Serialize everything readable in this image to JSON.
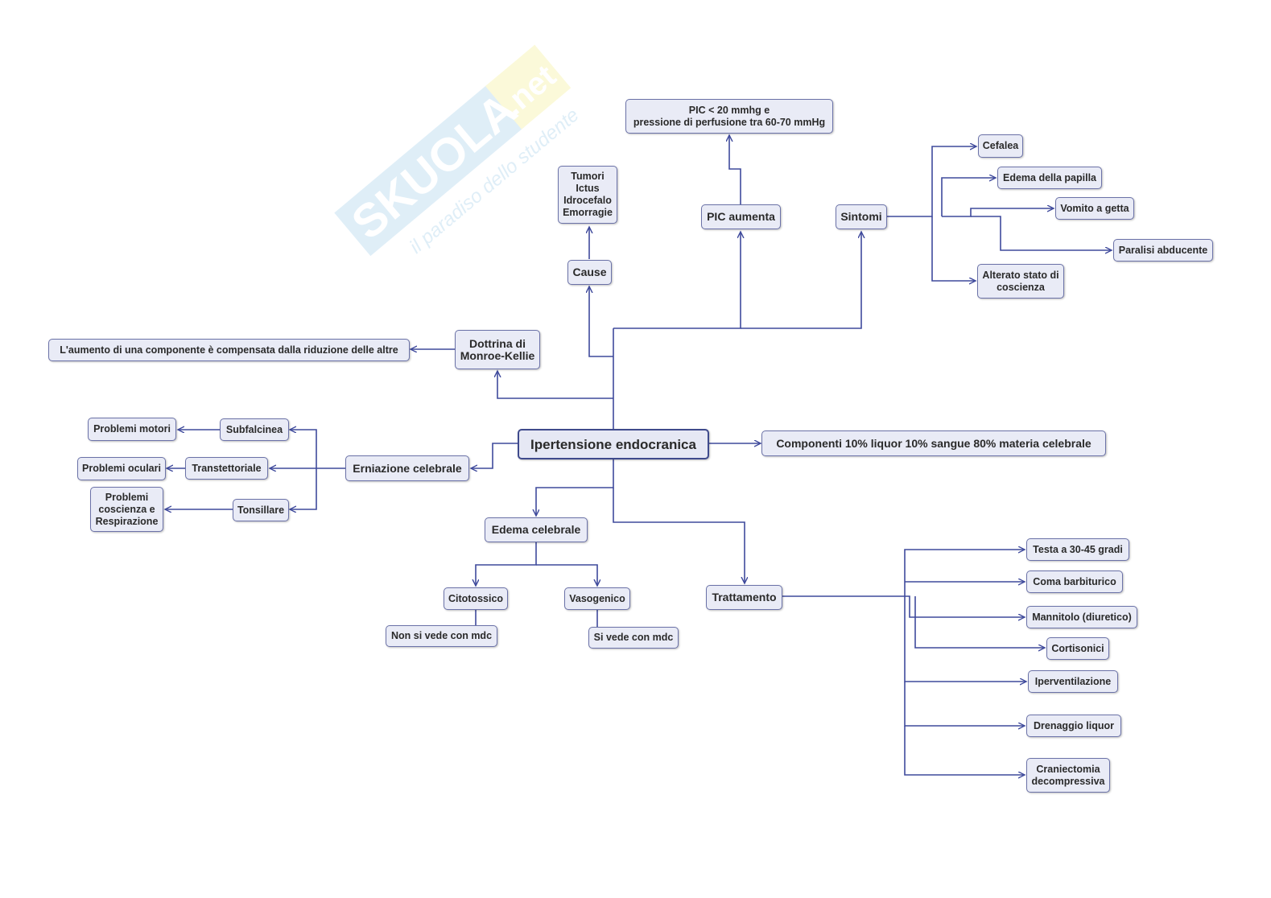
{
  "watermark": {
    "brand": "SKUOLA",
    "tld": ".net",
    "tagline": "il paradiso dello studente"
  },
  "nodes": {
    "main": "Ipertensione endocranica",
    "componenti": "Componenti 10% liquor 10% sangue 80% materia celebrale",
    "dottrina": "Dottrina di\nMonroe-Kellie",
    "dottrina_desc": "L'aumento di una componente è compensata dalla riduzione delle altre",
    "cause": "Cause",
    "cause_list": "Tumori\nIctus\nIdrocefalo\nEmorragie",
    "pic_aumenta": "PIC aumenta",
    "pic_desc": "PIC < 20 mmhg e\npressione di perfusione tra 60-70 mmHg",
    "sintomi": "Sintomi",
    "cefalea": "Cefalea",
    "edema_papilla": "Edema della papilla",
    "vomito": "Vomito a getta",
    "paralisi": "Paralisi abducente",
    "alterato": "Alterato stato di\ncoscienza",
    "erniazione": "Erniazione celebrale",
    "subfalcinea": "Subfalcinea",
    "transtettoriale": "Transtettoriale",
    "tonsillare": "Tonsillare",
    "problemi_motori": "Problemi motori",
    "problemi_oculari": "Problemi oculari",
    "problemi_coscienza": "Problemi\ncoscienza e\nRespirazione",
    "edema_celebrale": "Edema celebrale",
    "citotossico": "Citotossico",
    "vasogenico": "Vasogenico",
    "non_si_vede": "Non si vede con mdc",
    "si_vede": "Si vede con mdc",
    "trattamento": "Trattamento",
    "testa": "Testa a 30-45 gradi",
    "coma": "Coma barbiturico",
    "mannitolo": "Mannitolo (diuretico)",
    "cortisonici": "Cortisonici",
    "iperventilazione": "Iperventilazione",
    "drenaggio": "Drenaggio liquor",
    "craniectomia": "Craniectomia\ndecompressiva"
  },
  "colors": {
    "edge": "#3f4a9c",
    "node_fill": "#e9ebf6",
    "node_border": "#6b72a8"
  }
}
